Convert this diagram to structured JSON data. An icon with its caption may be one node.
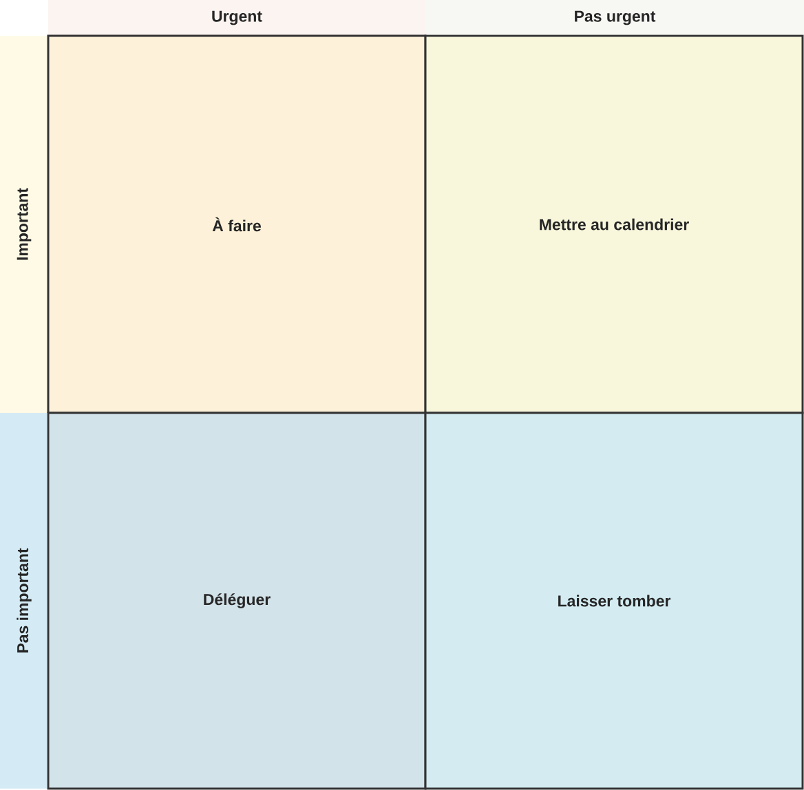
{
  "diagram": {
    "nodes": [
      {
        "text": [
          "Urgent"
        ]
      },
      {
        "text": [
          "Pas urgent"
        ]
      },
      {
        "text": [
          "Important"
        ]
      },
      {
        "text": [
          "À faire"
        ]
      },
      {
        "text": [
          "Mettre au calendrier"
        ]
      },
      {
        "text": [
          "Pas important"
        ]
      },
      {
        "text": [
          "Déléguer"
        ]
      },
      {
        "text": [
          "Laisser tomber"
        ]
      }
    ]
  }
}
